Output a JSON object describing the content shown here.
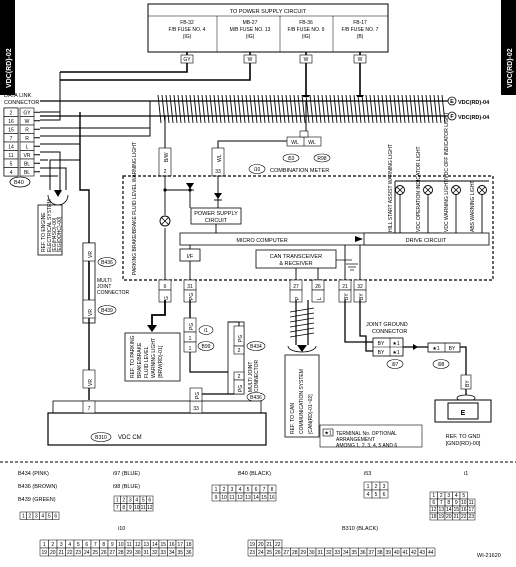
{
  "side_tab": {
    "left": "VDC(RD)-02",
    "right": "VDC(RD)-02"
  },
  "power_supply": {
    "title": "TO POWER SUPPLY CIRCUIT",
    "fuses": [
      {
        "id": "FB-32",
        "name": "F/B FUSE NO. 4",
        "mode": "(IG)",
        "wire": "GY"
      },
      {
        "id": "MB-27",
        "name": "M/B FUSE NO. 13",
        "mode": "(IG)",
        "wire": "W"
      },
      {
        "id": "FB-36",
        "name": "F/B FUSE NO. 9",
        "mode": "(IG)",
        "wire": "W"
      },
      {
        "id": "FB-17",
        "name": "F/B FUSE NO. 7",
        "mode": "(B)",
        "wire": "W"
      }
    ]
  },
  "data_link": {
    "label_1": "DATA LINK",
    "label_2": "CONNECTOR",
    "pins": [
      {
        "pin": "2",
        "wire": "GY"
      },
      {
        "pin": "16",
        "wire": "W"
      },
      {
        "pin": "15",
        "wire": "R"
      },
      {
        "pin": "7",
        "wire": "R"
      },
      {
        "pin": "14",
        "wire": "L"
      },
      {
        "pin": "11",
        "wire": "VR"
      },
      {
        "pin": "5",
        "wire": "BL"
      },
      {
        "pin": "4",
        "wire": "BL"
      }
    ],
    "connector": "B40"
  },
  "ref_engine": {
    "line1": "REF. TO ENGINE",
    "line2": "ELECTRICAL SYSTEM",
    "line3": "[EG(H4SO)-00]",
    "line4": "[EG(DOHC)-00]"
  },
  "harness": {
    "e_label": "E",
    "e_ref": "VDC(RD)-04",
    "f_label": "F",
    "f_ref": "VDC(RD)-04"
  },
  "meter": {
    "pin_labels": [
      "WL",
      "WL"
    ],
    "connectors": [
      "i53",
      "R98"
    ],
    "conn_id": "i10",
    "title": "COMBINATION METER",
    "top_pins": [
      {
        "pin": "2",
        "wire": "B/W"
      },
      {
        "pin": "33",
        "wire": "WL"
      }
    ],
    "parking_lamp": "PARKING BRAKE/BRAKE FLUID LEVEL WARNING LIGHT",
    "power_circuit_1": "POWER SUPPLY",
    "power_circuit_2": "CIRCUIT",
    "micro": "MICRO COMPUTER",
    "drive": "DRIVE CIRCUIT",
    "can_1": "CAN TRANSCEIVER",
    "can_2": "& RECEIVER",
    "iff": "I/F",
    "lamps": [
      {
        "text": "HILL START ASSIST WARNING LIGHT"
      },
      {
        "text": "VDC OPERATION INDICATOR LIGHT"
      },
      {
        "text": "VDC WARNING LIGHT/VDC OFF INDICATOR LIGHT"
      },
      {
        "text": "ABS WARNING LIGHT"
      }
    ],
    "bottom_pins": [
      {
        "pin": "6",
        "wire": "G"
      },
      {
        "pin": "31",
        "wire": "PG"
      },
      {
        "pin": "27",
        "wire": "P"
      },
      {
        "pin": "26",
        "wire": "L"
      },
      {
        "pin": "21",
        "wire": "BY"
      },
      {
        "pin": "32",
        "wire": "BY"
      }
    ]
  },
  "multi_joint": {
    "line1": "MULTI",
    "line2": "JOINT",
    "line3": "CONNECTOR",
    "connectors": [
      "B436",
      "B439"
    ],
    "wire": "VR"
  },
  "ref_parking": {
    "line1": "REF. TO PARKING",
    "line2": "BRAKE/BRAKE",
    "line3": "FLUID LEVEL",
    "line4": "WARNING LIGHT",
    "line5": "[BRW(RD)-01]"
  },
  "i1": {
    "id": "i1",
    "conn": "B99",
    "pins": [
      "1",
      "1"
    ],
    "wire": "PG"
  },
  "multi_joint_2": {
    "connectors": [
      "B434",
      "B436"
    ],
    "pins": [
      "2",
      "2"
    ],
    "label_1": "MULTI JOINT",
    "label_2": "CONNECTOR",
    "wire": "PG"
  },
  "ref_can": {
    "line1": "REF. TO CAN",
    "line2": "COMMUNICATION SYSTEM",
    "line3": "[CAN(RD)-01~02]"
  },
  "joint_ground": {
    "line1": "JOINT GROUND",
    "line2": "CONNECTOR",
    "conn_a": "i97",
    "conn_b": "i98",
    "terminal": "★1",
    "wire": "BY"
  },
  "vdc_cm": {
    "label": "VDC CM",
    "conn": "B310",
    "pins": [
      "7",
      "33"
    ],
    "wires": [
      "VR",
      "PG"
    ]
  },
  "note": {
    "symbol": "★1",
    "line1": "TERMINAL No. OPTIONAL",
    "line2": "ARRANGEMENT",
    "line3": "AMONG 1, 2, 3, 4, 5 AND 6"
  },
  "ref_gnd": {
    "letter": "E",
    "line1": "REF. TO GND",
    "line2": "[GND(RD)-00]"
  },
  "legend": {
    "b434": "B434 (PINK)",
    "b436": "B436 (BROWN)",
    "b439": "B439 (GREEN)",
    "i97": "i97 (BLUE)",
    "i98": "i98 (BLUE)",
    "b40": "B40 (BLACK)",
    "i53": "i53",
    "i1": "i1",
    "i10": "i10",
    "b310": "B310 (BLACK)"
  },
  "code": "WI-21620"
}
